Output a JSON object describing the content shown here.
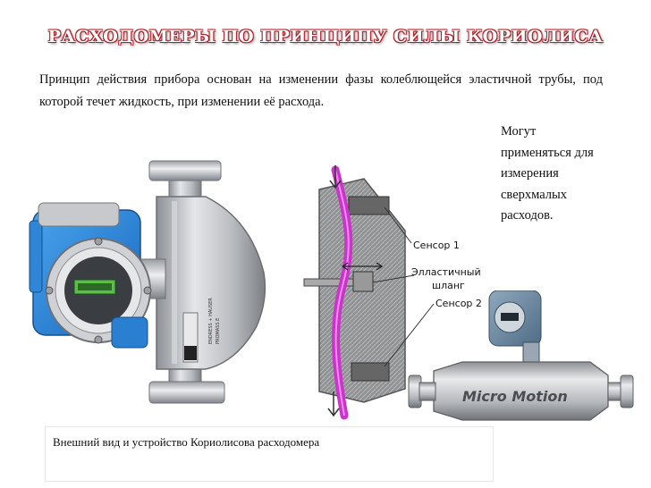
{
  "title": "РАСХОДОМЕРЫ ПО ПРИНЦИПУ СИЛЫ КОРИОЛИСА",
  "intro": "Принцип действия прибора основан на изменении фазы колеблющейся эластичной трубы, под которой течет жидкость, при изменении её расхода.",
  "side_note": "Могут применяться для измерения сверхмалых расходов.",
  "diagram": {
    "sensor1": "Сенсор 1",
    "hose_line1": "Элластичный",
    "hose_line2": "шланг",
    "sensor2": "Сенсор 2"
  },
  "left_device": {
    "brand": "ENDRESS + HAUSER",
    "model": "PROMASS E"
  },
  "right_device": {
    "brand": "Micro Motion"
  },
  "caption": "Внешний вид и устройство Кориолисова расходомера",
  "colors": {
    "title_outline": "#b3202a",
    "tube": "#cc33cc",
    "housing_blue": "#2b7fd0",
    "steel": "#b9bcc0"
  }
}
